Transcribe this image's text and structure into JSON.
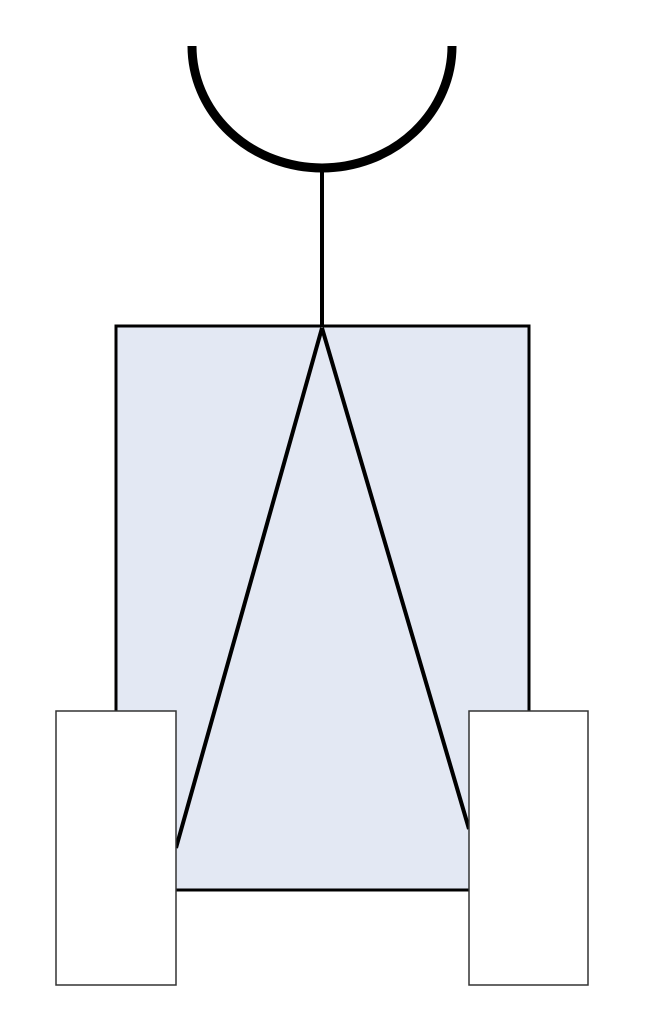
{
  "colors": {
    "background": "#ffffff",
    "body_fill": "#e3e8f3",
    "wheel_fill": "#ffffff",
    "stroke": "#000000",
    "wheel_stroke": "#333333"
  },
  "shapes": {
    "arc": "semicircle-arc",
    "mast": "vertical-line",
    "body": "rectangle",
    "struts": "two-diagonal-lines",
    "wheels": [
      "rectangle",
      "rectangle"
    ]
  }
}
